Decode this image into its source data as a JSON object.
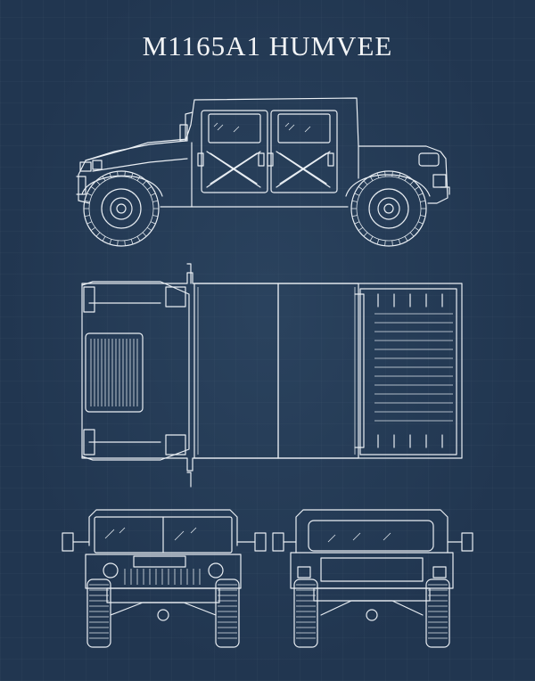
{
  "poster": {
    "title": "M1165A1 HUMVEE",
    "background_color": "#213650",
    "line_color": "#e9eef3"
  },
  "views": [
    {
      "name": "side-view"
    },
    {
      "name": "top-view"
    },
    {
      "name": "front-view"
    },
    {
      "name": "rear-view"
    }
  ]
}
